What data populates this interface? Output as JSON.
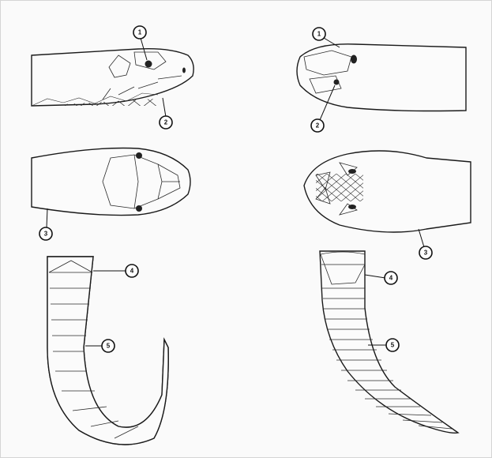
{
  "callouts": {
    "c1": "1",
    "c2": "2",
    "c3": "3",
    "c4": "4",
    "c5": "5"
  },
  "panels": [
    {
      "side": "left",
      "views": [
        "head-side-view",
        "head-top-view",
        "tail-underside-view"
      ]
    },
    {
      "side": "right",
      "views": [
        "head-side-view",
        "head-top-view",
        "tail-underside-view"
      ]
    }
  ]
}
